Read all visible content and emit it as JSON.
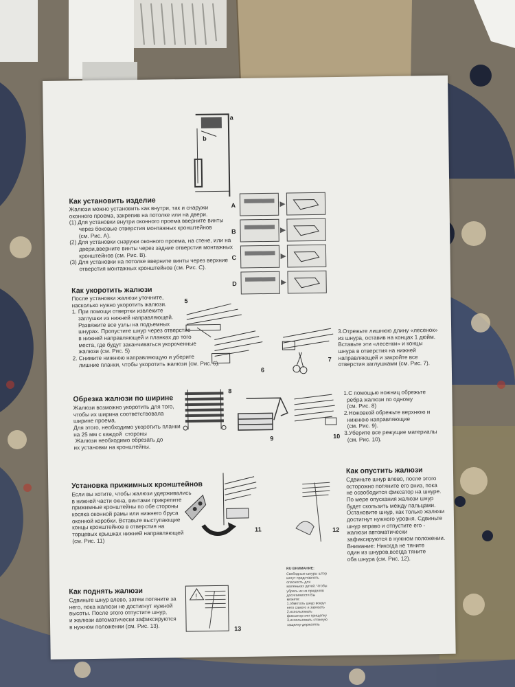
{
  "sections": {
    "install": {
      "title": "Как установить изделие",
      "body": "Жалюзи можно установить как внутри, так и снаружи\nоконного проема, закрепив на потолке или на двери.\n(1) Для установки внутри оконного проема вверните винты\n      через боковые отверстия монтажных кронштейнов\n      (см. Рис. А).\n(2) Для установки снаружи оконного проема, на стене, или на\n      двери,вверните винты через задние отверстия монтажных\n      кронштейнов (см. Рис. В).\n(3) Для установки на потолке вверните винты через верхние\n      отверстия монтажных кронштейнов (см. Рис. С)."
    },
    "shorten": {
      "title": "Как укоротить жалюзи",
      "body": "После установки жалюзи уточните,\nнасколько нужно укоротить жалюзи.\n1. При помощи отвертки извлеките\n    заглушки из нижней направляющей.\n    Развяжите все узлы на подъемных\n    шнурах. Пропустите шнур через отверстие\n    в нижней направляющей и планках до того\n    места, где будут заканчиваться укороченные\n    жалюзи (см. Рис. 5)\n2. Снимите нижнюю направляющую и уберите\n    лишние планки, чтобы укоротить жалюзи (см. Рис. 6).",
      "step3": "3.Отрежьте лишнюю длину «лесенок»\nиз шнура, оставив на концах 1 дюйм.\nВставьте эти «лесенки» и концы\nшнура в отверстия на нижней\nнаправляющей и закройте все\nотверстия заглушками (см. Рис. 7)."
    },
    "width": {
      "title": "Обрезка жалюзи по ширине",
      "body": "Жалюзи возможно укоротить для того,\nчтобы их ширина соответствовала\nширине проема.\nДля этого, необходимо укоротить планки\nна 25 мм с каждой  стороны\n Жалюзи необходимо обрезать до\nих установки на кронштейны.",
      "steps": "1.С помощью ножниц обрежьте\n  ребра жалюзи по одному\n  (см. Рис. 8)\n2.Ножовкой обрежьте верхнюю и\n  нижнюю направляющие\n  (см. Рис. 9).\n3.Уберите все режущие материалы\n  (см. Рис. 10)."
    },
    "brackets": {
      "title": "Установка прижимных кронштейнов",
      "body": "Если вы хотите, чтобы жалюзи удерживались\nв нижней части окна, винтами прикрепите\nприжимные кронштейны по обе стороны\nкосяка оконной рамы или нижнего бруса\nоконной коробки. Вставьте выступающие\nконцы кронштейнов в отверстия на\nторцевых крышках нижней направляющей\n(см. Рис. 11)"
    },
    "lower": {
      "title": "Как опустить жалюзи",
      "body": "Сдвиньте шнур влево, после этого\nосторожно потяните его вниз, пока\nне освободится фиксатор на шнуре.\nПо мере опускания жалюзи шнур\nбудет скользить между пальцами.\nОстановите шнур, как только жалюзи\nдостигнут нужного уровня. Сдвиньте\nшнур вправо и отпустите его -\nжалюзи автоматически\nзафиксируются в нужном положении.\nВнимание: Никогда не тяните\nодин из шнуров,всегда тяните\nоба шнура (см. Рис. 12)."
    },
    "raise": {
      "title": "Как поднять жалюзи",
      "body": "Сдвиньте шнур влево, затем потяните за\nнего, пока жалюзи не достигнут нужной\nвысоты. После этого отпустите шнур,\nи жалюзи автоматически зафиксируются\nв нужном положении (см. Рис. 13)."
    },
    "warning": {
      "title": "RU ВНИМАНИЕ:",
      "body": "Свободные шнуры штор\nмогут представлять\nопасность для\nмаленьких детей. Чтобы\nубрать их из пределов\nдосягаемости Вы\nможете:\n1.обмотать шнур вокруг\nнего самого и завязать\n2.использовать\nфиксатор или прищепку\n3.использовать стяжную\nзащелку-держатель"
    }
  },
  "figure_labels": {
    "A": "A",
    "B": "B",
    "C": "C",
    "D": "D",
    "n5": "5",
    "n6": "6",
    "n7": "7",
    "n8": "8",
    "n9": "9",
    "n10": "10",
    "n11": "11",
    "n12": "12",
    "n13": "13",
    "a": "a",
    "b": "b"
  },
  "colors": {
    "paper": "#eeeeea",
    "cardboard": "#a89878",
    "carpet_dark": "#2f3a55",
    "carpet_light": "#d9cdb6"
  }
}
